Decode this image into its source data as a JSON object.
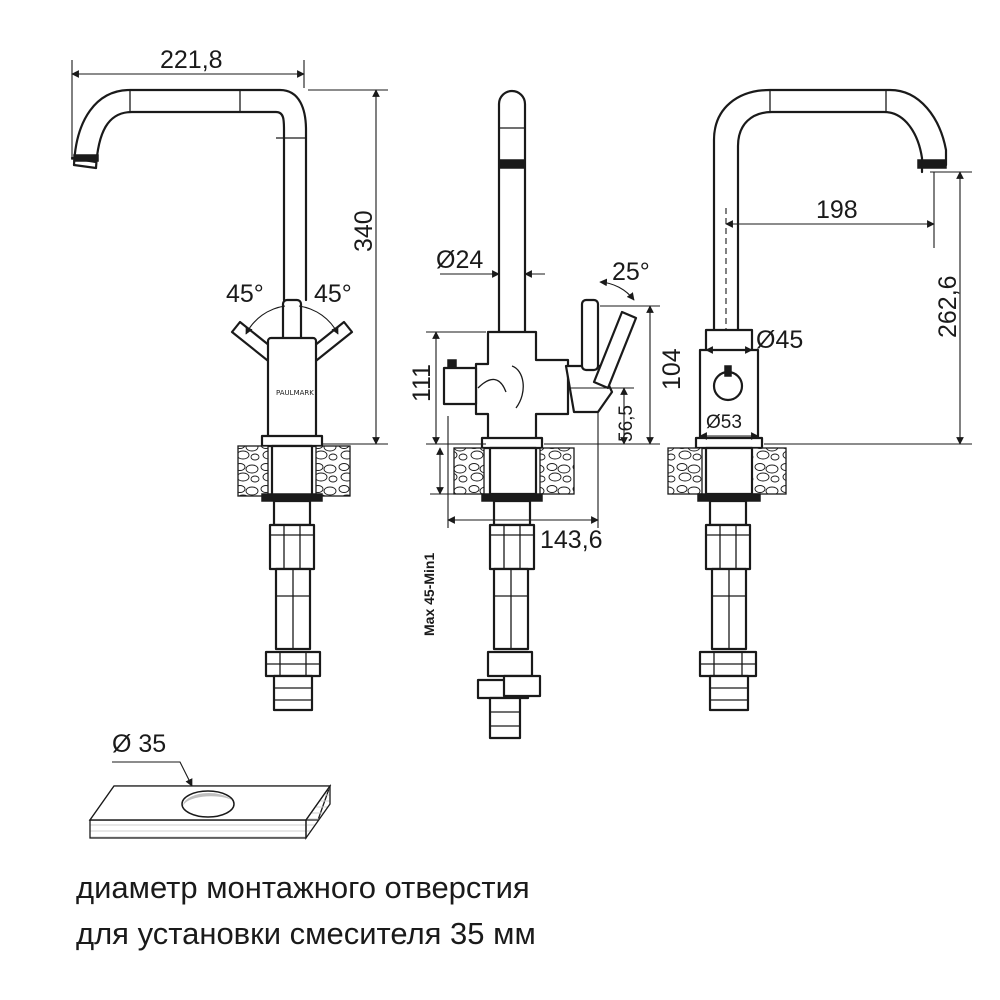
{
  "dimensions": {
    "spout_reach_front": "221,8",
    "total_height": "340",
    "left_handle_angle": "45°",
    "right_handle_angle": "45°",
    "spout_diameter": "Ø24",
    "handle_tilt": "25°",
    "body_height": "111",
    "handle_height": "104",
    "filter_outlet_height": "56,5",
    "max_counter_thickness": "Max 45-Min1",
    "body_depth": "143,6",
    "spout_reach_side": "198",
    "outlet_height": "262,6",
    "base_diameter_top": "Ø45",
    "base_diameter_bottom": "Ø53",
    "hole_diameter": "Ø 35"
  },
  "brand_logo": "PAULMARK",
  "caption": {
    "line1": "диаметр монтажного отверстия",
    "line2": "для установки смесителя 35 мм"
  }
}
